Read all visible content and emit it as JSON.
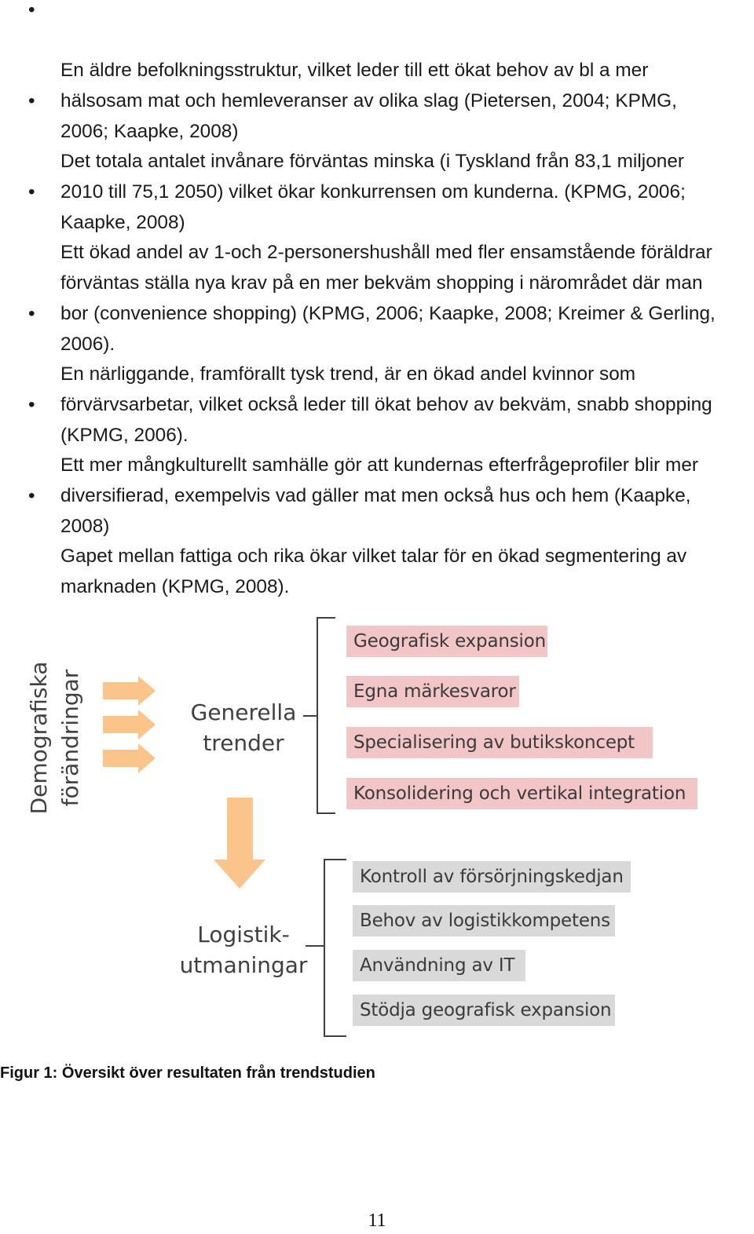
{
  "bullets": [
    "En äldre befolkningsstruktur, vilket leder till ett ökat behov av bl a mer\nhälsosam mat och hemleveranser av olika slag (Pietersen, 2004; KPMG,\n2006; Kaapke, 2008)",
    "Det totala antalet invånare förväntas minska (i Tyskland från 83,1 miljoner\n2010 till 75,1 2050) vilket ökar konkurrensen om kunderna. (KPMG, 2006;\nKaapke, 2008)",
    "Ett ökad andel av 1-och 2-personershushåll med fler ensamstående föräldrar\nförväntas ställa nya krav på en mer bekväm shopping i närområdet där man\nbor (convenience shopping) (KPMG, 2006; Kaapke, 2008; Kreimer & Gerling,\n2006).",
    "En närliggande, framförallt tysk trend, är en ökad andel kvinnor som\nförvärvsarbetar, vilket också leder till ökat behov av bekväm, snabb shopping\n(KPMG, 2006).",
    "Ett mer mångkulturellt samhälle gör att kundernas efterfrågeprofiler blir mer\ndiversifierad, exempelvis vad gäller mat men också hus och hem (Kaapke,\n2008)",
    "Gapet mellan fattiga och rika ökar vilket talar för en ökad segmentering av\nmarknaden (KPMG, 2008)."
  ],
  "bullet_glyph": "•",
  "figure": {
    "left_label": "Demografiska\nförändringar",
    "trends_label": "Generella\ntrender",
    "logistics_label": "Logistik-\nutmaningar",
    "trend_boxes": [
      "Geografisk expansion",
      "Egna märkesvaror",
      "Specialisering av butikskoncept",
      "Konsolidering och vertikal integration"
    ],
    "logistics_boxes": [
      "Kontroll av försörjningskedjan",
      "Behov av logistikkompetens",
      "Användning av IT",
      "Stödja geografisk expansion"
    ],
    "colors": {
      "arrow": "#fbc48a",
      "trend_box": "#f2c6c6",
      "logistics_box": "#d9d9d9",
      "bracket": "#404040"
    }
  },
  "caption": "Figur 1: Översikt över resultaten från trendstudien",
  "page_number": "11"
}
